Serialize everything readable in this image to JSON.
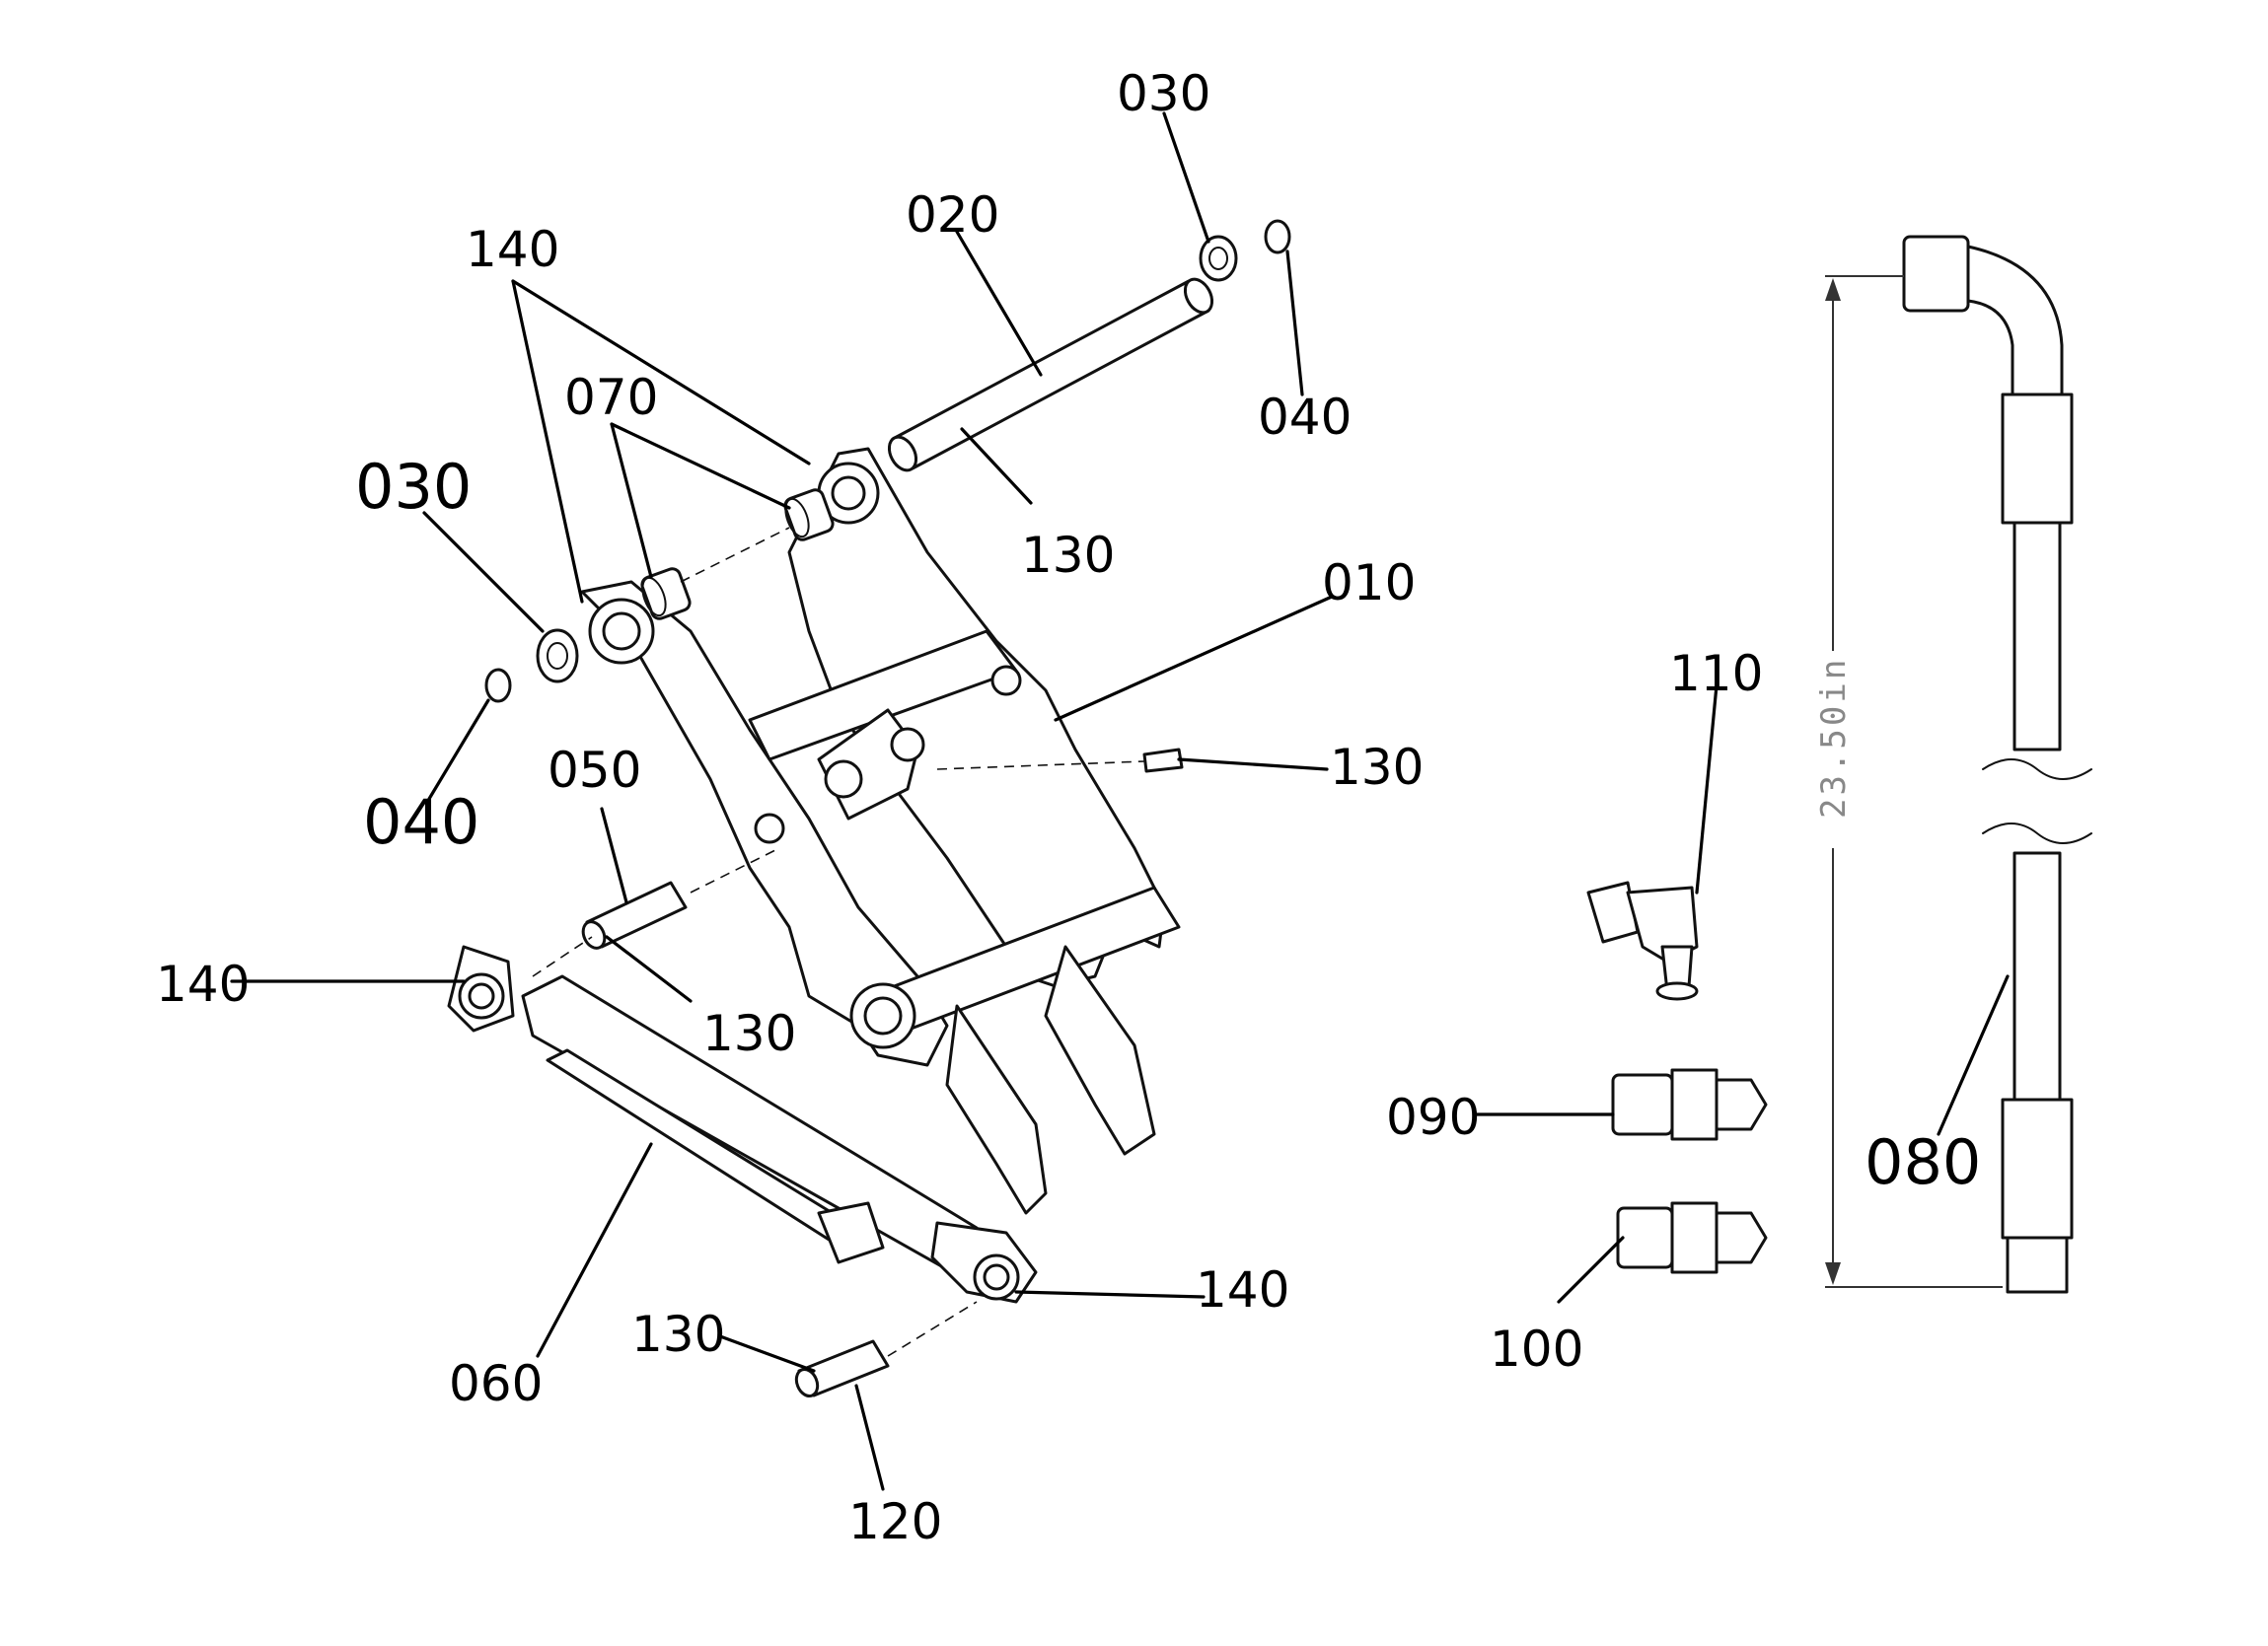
{
  "callouts": {
    "c030_top": "030",
    "c020": "020",
    "c140_top": "140",
    "c070": "070",
    "c040_top": "040",
    "c030_left": "030",
    "c130_top": "130",
    "c010": "010",
    "c040_left": "040",
    "c050": "050",
    "c130_mid": "130",
    "c140_left": "140",
    "c130_left": "130",
    "c110": "110",
    "c090": "090",
    "c080": "080",
    "c100": "100",
    "c140_right": "140",
    "c130_bottom": "130",
    "c060": "060",
    "c120": "120"
  },
  "dimension": {
    "hose_length": "23.50in"
  },
  "colors": {
    "lines": "#111111",
    "background": "#ffffff",
    "dimension": "#888888"
  }
}
